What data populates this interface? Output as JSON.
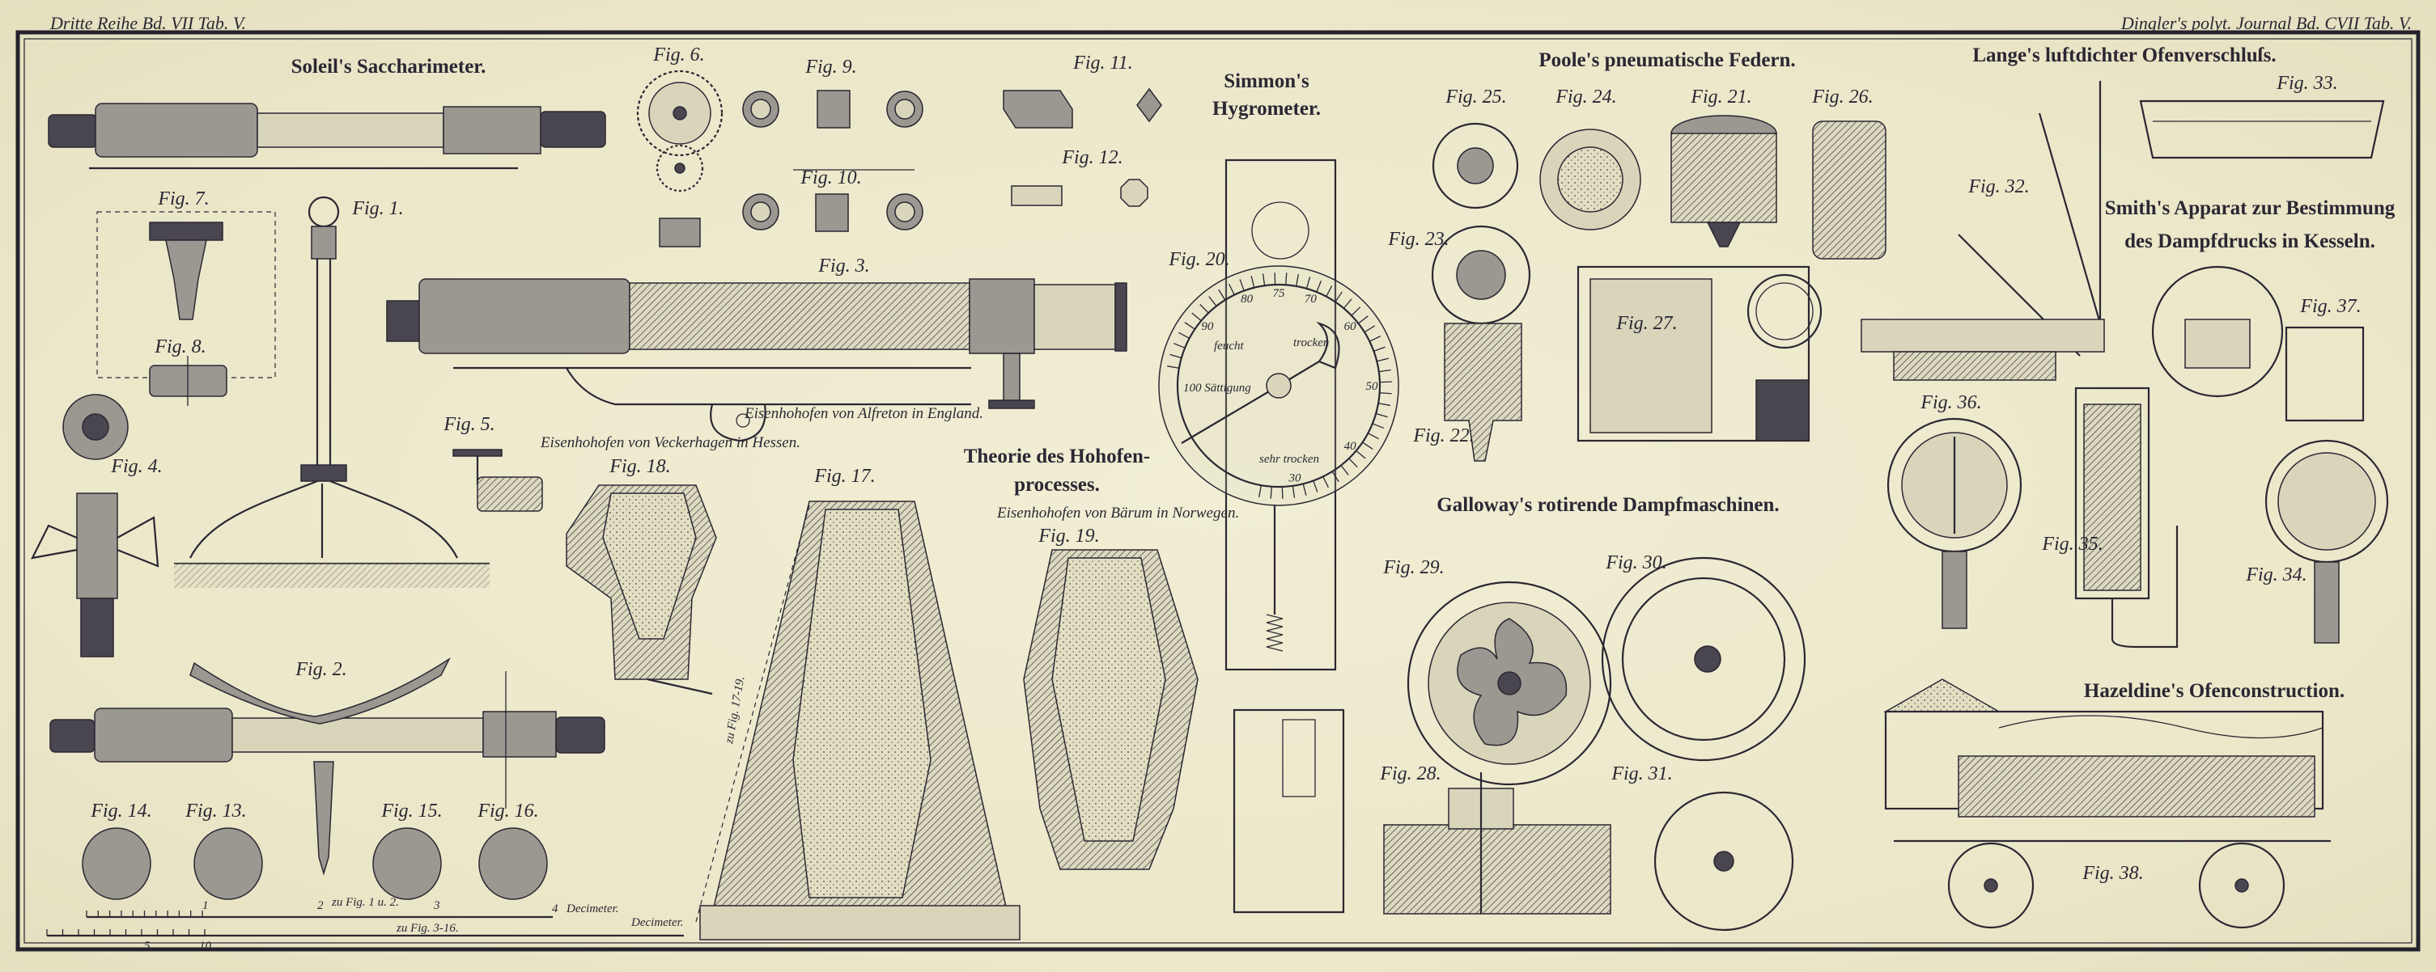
{
  "header": {
    "left": "Dritte Reihe Bd. VII Tab. V.",
    "right": "Dingler's polyt. Journal Bd. CVII Tab. V."
  },
  "titles": {
    "soleil": "Soleil's Saccharimeter.",
    "simmon_1": "Simmon's",
    "simmon_2": "Hygrometer.",
    "poole": "Poole's pneumatische Federn.",
    "lange": "Lange's luftdichter Ofenverschluſs.",
    "smith_1": "Smith's Apparat zur Bestimmung",
    "smith_2": "des Dampfdrucks in Kesseln.",
    "hohofen_1": "Theorie des Hohofen-",
    "hohofen_2": "processes.",
    "galloway": "Galloway's rotirende Dampfmaschinen.",
    "hazeldine": "Hazeldine's Ofenconstruction."
  },
  "captions": {
    "alfreton": "Eisenhohofen von Alfreton in England.",
    "veckerhagen": "Eisenhohofen von Veckerhagen in Hessen.",
    "baerum": "Eisenhohofen von Bärum in Norwegen.",
    "engl_fuss": "zu Fig. 17-19.",
    "saettigung": "100 Sättigung",
    "feucht": "feucht",
    "trocken": "trocken",
    "sehr_trocken": "sehr trocken"
  },
  "dial_numbers": [
    "90",
    "80",
    "75",
    "70",
    "60",
    "50",
    "40",
    "30"
  ],
  "figures": {
    "f1": "Fig. 1.",
    "f2": "Fig. 2.",
    "f3": "Fig. 3.",
    "f4": "Fig. 4.",
    "f5": "Fig. 5.",
    "f6": "Fig. 6.",
    "f7": "Fig. 7.",
    "f8": "Fig. 8.",
    "f9": "Fig. 9.",
    "f10": "Fig. 10.",
    "f11": "Fig. 11.",
    "f12": "Fig. 12.",
    "f13": "Fig. 13.",
    "f14": "Fig. 14.",
    "f15": "Fig. 15.",
    "f16": "Fig. 16.",
    "f17": "Fig. 17.",
    "f18": "Fig. 18.",
    "f19": "Fig. 19.",
    "f20": "Fig. 20.",
    "f21": "Fig. 21.",
    "f22": "Fig. 22.",
    "f23": "Fig. 23.",
    "f24": "Fig. 24.",
    "f25": "Fig. 25.",
    "f26": "Fig. 26.",
    "f27": "Fig. 27.",
    "f28": "Fig. 28.",
    "f29": "Fig. 29.",
    "f30": "Fig. 30.",
    "f31": "Fig. 31.",
    "f32": "Fig. 32.",
    "f33": "Fig. 33.",
    "f34": "Fig. 34.",
    "f35": "Fig. 35.",
    "f36": "Fig. 36.",
    "f37": "Fig. 37.",
    "f38": "Fig. 38."
  },
  "scales": {
    "fig1_2": "zu Fig. 1 u. 2.",
    "fig3_16": "zu Fig. 3-16.",
    "unit": "Decimeter.",
    "ticks_a": [
      "1",
      "2",
      "3",
      "4"
    ],
    "ticks_b": [
      "5",
      "10"
    ]
  }
}
